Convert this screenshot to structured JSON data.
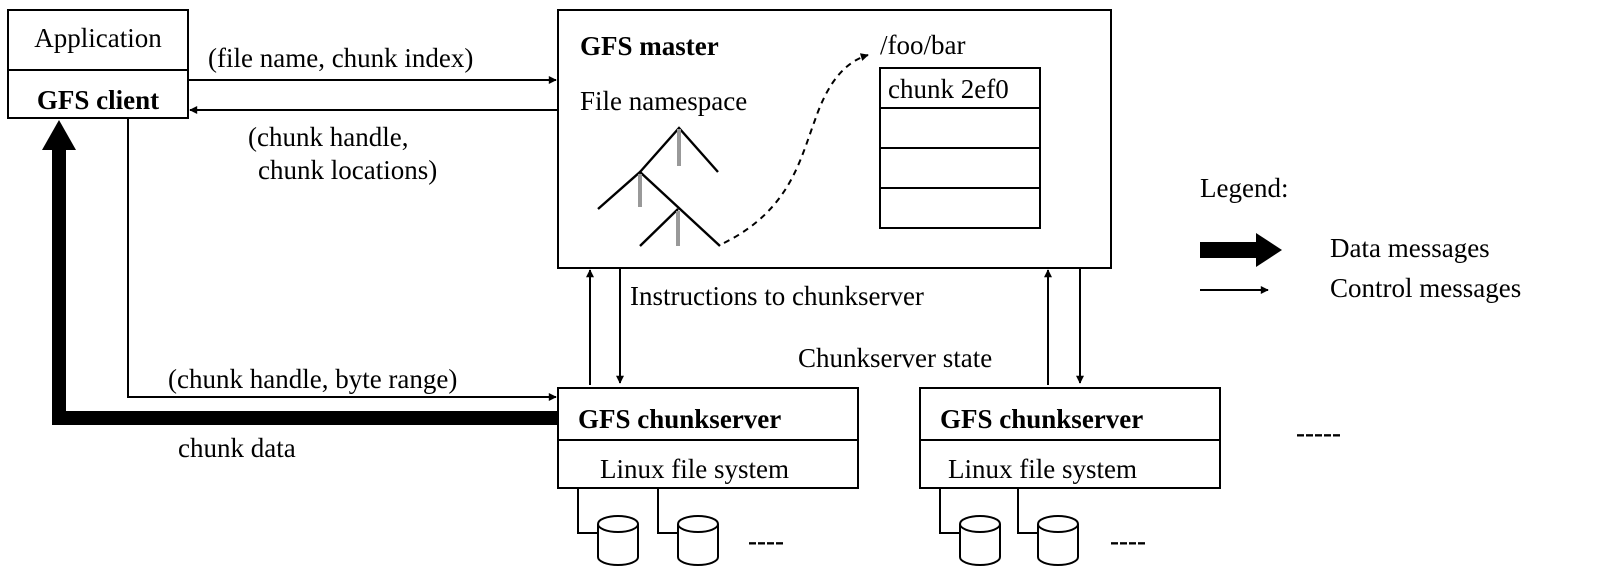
{
  "client": {
    "app_label": "Application",
    "client_label": "GFS client"
  },
  "master": {
    "title": "GFS master",
    "namespace_label": "File namespace",
    "path": "/foo/bar",
    "chunk_entries": [
      "chunk 2ef0",
      "",
      "",
      ""
    ]
  },
  "messages": {
    "request": "(file name, chunk index)",
    "reply_line1": "(chunk handle,",
    "reply_line2": "chunk locations)",
    "instructions": "Instructions to chunkserver",
    "state": "Chunkserver state",
    "read_request": "(chunk handle, byte range)",
    "chunk_data": "chunk data"
  },
  "chunkservers": [
    {
      "title": "GFS chunkserver",
      "fs_label": "Linux file system",
      "more_disks": "----"
    },
    {
      "title": "GFS chunkserver",
      "fs_label": "Linux file system",
      "more_disks": "----"
    }
  ],
  "more_servers": "-----",
  "legend": {
    "title": "Legend:",
    "data_label": "Data messages",
    "control_label": "Control messages"
  }
}
